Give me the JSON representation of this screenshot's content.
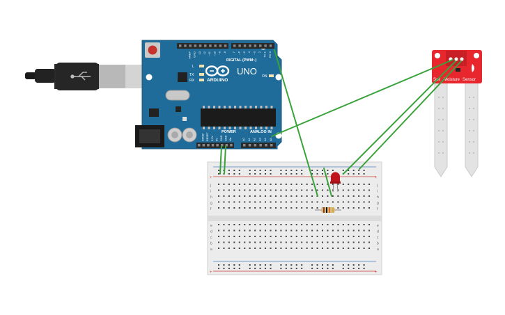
{
  "arduino": {
    "brand": "ARDUINO",
    "model": "UNO",
    "digital_label": "DIGITAL (PWM~)",
    "analog_label": "ANALOG IN",
    "power_label": "POWER",
    "led_labels": [
      "L",
      "TX",
      "RX"
    ],
    "on_label": "ON",
    "digital_pin_labels": [
      "AREF",
      "GND",
      "13",
      "12",
      "~11",
      "~10",
      "~9",
      "8",
      "7",
      "~6",
      "~5",
      "4",
      "~3",
      "2",
      "TX 1",
      "RX 0"
    ],
    "power_pin_labels": [
      "IOREF",
      "RESET",
      "3.3V",
      "5V",
      "GND",
      "GND",
      "Vin"
    ],
    "analog_pin_labels": [
      "A0",
      "A1",
      "A2",
      "A3",
      "A4",
      "A5"
    ],
    "colors": {
      "board": "#1f6c9a",
      "header": "#2a2a2a",
      "wire": "#3aa23a"
    }
  },
  "sensor": {
    "label_left": "Soil",
    "label_mid": "Moisture",
    "label_right": "Sensor",
    "colors": {
      "board": "#e8262d"
    }
  },
  "breadboard": {
    "row_letters_top": [
      "j",
      "i",
      "h",
      "g",
      "f"
    ],
    "row_letters_bottom": [
      "e",
      "d",
      "c",
      "b",
      "a"
    ],
    "rail_plus": "+",
    "rail_minus": "−"
  },
  "components": {
    "led_color": "#c0141c",
    "resistor_bands": [
      "#8b4513",
      "#111111",
      "#e07020",
      "#d4af37"
    ]
  }
}
